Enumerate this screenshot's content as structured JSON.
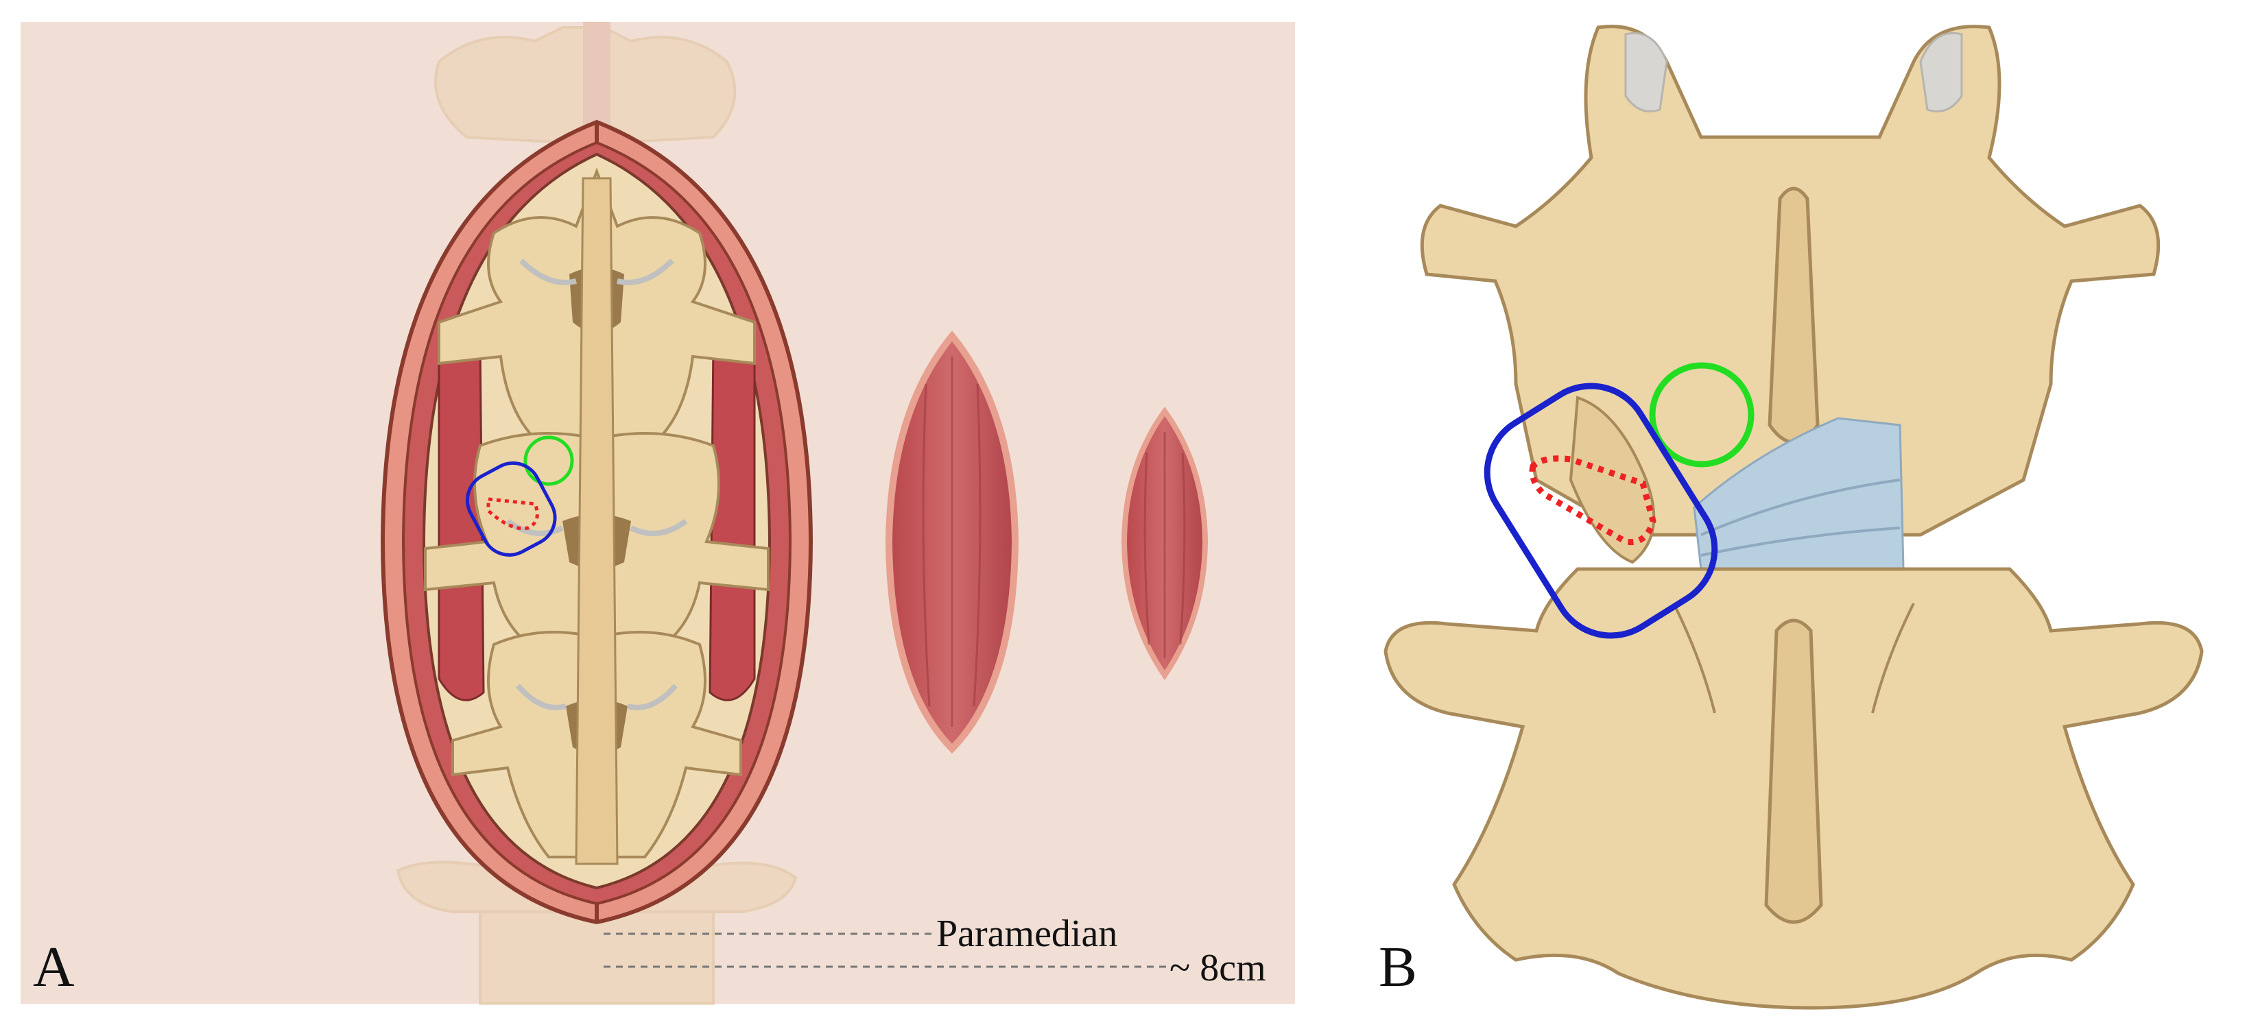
{
  "figure": {
    "panel_a": {
      "label": "A",
      "annotations": {
        "paramedian": "Paramedian",
        "length": "~ 8cm"
      }
    },
    "panel_b": {
      "label": "B"
    },
    "marker_colors": {
      "green_circle": "#22dd22",
      "blue_rounded_rect": "#1a22cc",
      "red_dotted_outline": "#ee2222"
    },
    "tissue_colors": {
      "skin_background": "#f1dfd6",
      "bone": "#ecd6a8",
      "bone_shadow": "#a88a5a",
      "muscle": "#c8595c",
      "muscle_rim": "#e89a8a",
      "disc_ligament": "#b8cfe0",
      "cartilage": "#d8d6d2"
    }
  }
}
